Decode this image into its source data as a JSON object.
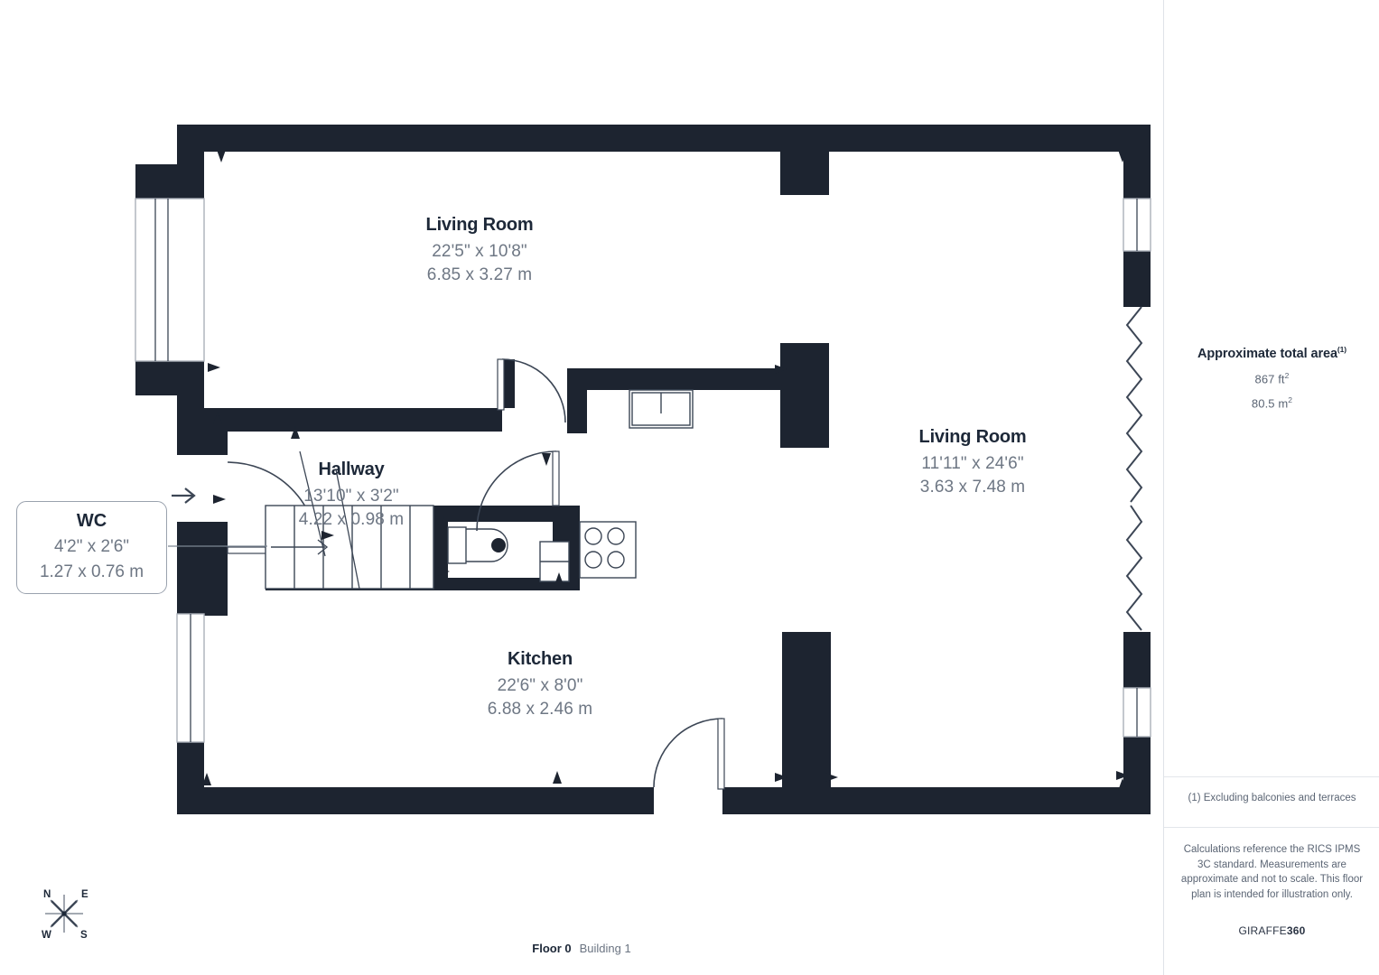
{
  "document": {
    "type": "floor-plan",
    "footer": {
      "floor_label": "Floor 0",
      "building_label": "Building 1"
    }
  },
  "rooms": [
    {
      "id": "living-room-1",
      "name": "Living Room",
      "dim_imperial": "22'5\" x 10'8\"",
      "dim_metric": "6.85 x 3.27 m"
    },
    {
      "id": "living-room-2",
      "name": "Living Room",
      "dim_imperial": "11'11\" x 24'6\"",
      "dim_metric": "3.63 x 7.48 m"
    },
    {
      "id": "hallway",
      "name": "Hallway",
      "dim_imperial": "13'10\" x 3'2\"",
      "dim_metric": "4.22 x 0.98 m"
    },
    {
      "id": "kitchen",
      "name": "Kitchen",
      "dim_imperial": "22'6\" x 8'0\"",
      "dim_metric": "6.88 x 2.46 m"
    },
    {
      "id": "wc",
      "name": "WC",
      "dim_imperial": "4'2\" x 2'6\"",
      "dim_metric": "1.27 x 0.76 m"
    }
  ],
  "panel": {
    "area_title": "Approximate total area",
    "area_title_sup": "(1)",
    "area_sqft": "867 ft",
    "area_sqft_sup": "2",
    "area_sqm": "80.5 m",
    "area_sqm_sup": "2",
    "footnote": "(1) Excluding balconies and terraces",
    "disclaimer": "Calculations reference the RICS IPMS 3C standard. Measurements are approximate and not to scale. This floor plan is intended for illustration only.",
    "brand_prefix": "GIRAFFE",
    "brand_suffix": "360"
  },
  "compass": {
    "n": "N",
    "e": "E",
    "s": "S",
    "w": "W"
  },
  "colors": {
    "wall": "#1d2430",
    "text_dark": "#1d2838",
    "text_muted": "#6e7784",
    "panel_border": "#dfe3e8",
    "fixture_line": "#3c4655",
    "page_bg": "#ffffff"
  }
}
